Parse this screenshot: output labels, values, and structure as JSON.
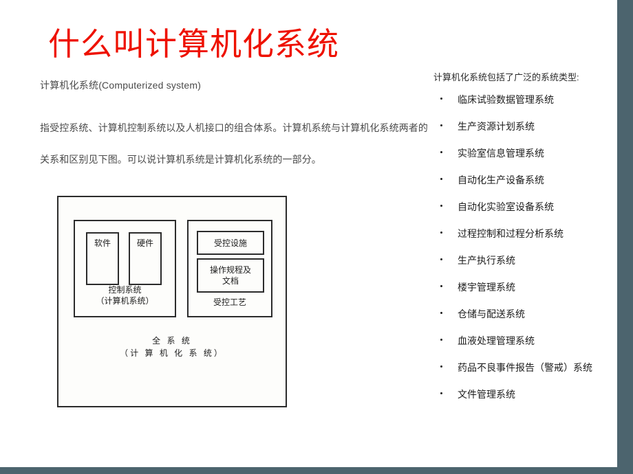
{
  "slide": {
    "title": "什么叫计算机化系统",
    "title_color": "#ee1100",
    "accent_color": "#4c646e",
    "subtitle": "计算机化系统(Computerized system)",
    "body_lines": [
      "指受控系统、计算机控制系统以及人机接口的组合体系。计算机系统与计算机化系统两者的",
      "关系和区别见下图。可以说计算机系统是计算机化系统的一部分。"
    ]
  },
  "diagram": {
    "outer_label_line1": "全 系 统",
    "outer_label_line2": "（计 算 机 化 系 统）",
    "control_system": {
      "caption_line1": "控制系统",
      "caption_line2": "（计算机系统）",
      "software": "软件",
      "hardware": "硬件"
    },
    "controlled_process": {
      "caption": "受控工艺",
      "facility": "受控设施",
      "sop_line1": "操作规程及",
      "sop_line2": "文档"
    }
  },
  "right_column": {
    "heading": "计算机化系统包括了广泛的系统类型:",
    "bullets": [
      "临床试验数据管理系统",
      "生产资源计划系统",
      "实验室信息管理系统",
      "自动化生产设备系统",
      "自动化实验室设备系统",
      "过程控制和过程分析系统",
      "生产执行系统",
      "楼宇管理系统",
      "仓储与配送系统",
      "血液处理管理系统",
      "药品不良事件报告（警戒）系统",
      "文件管理系统"
    ]
  }
}
